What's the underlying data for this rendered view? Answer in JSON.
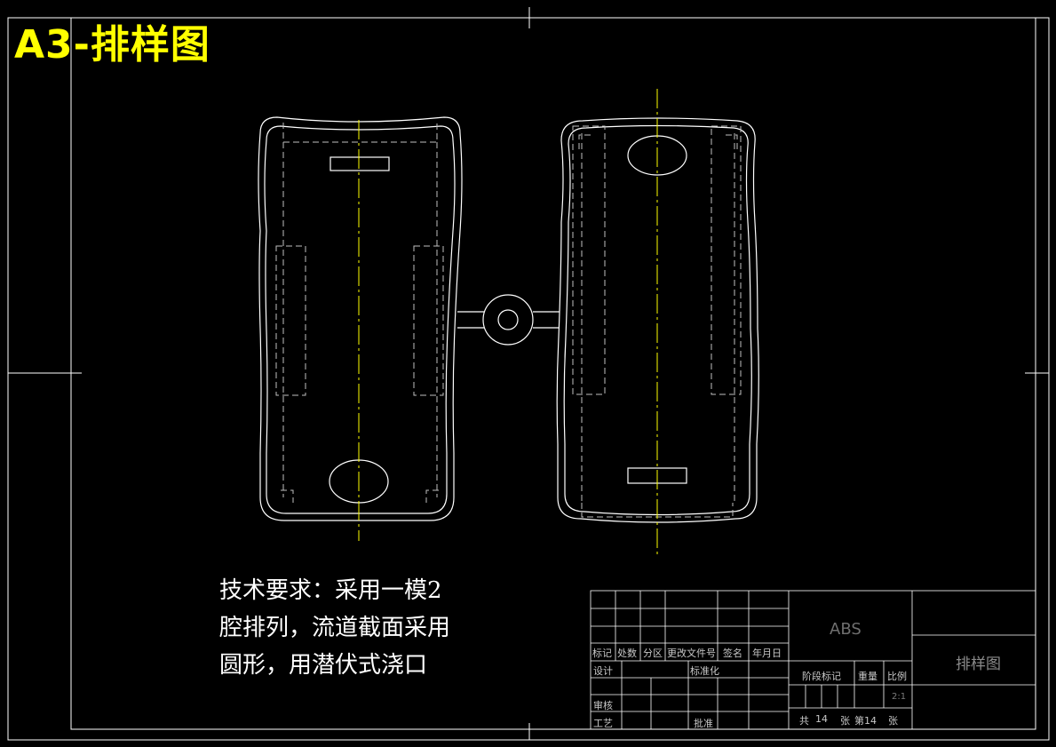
{
  "title": "A3-排样图",
  "tech_requirements": {
    "lines": [
      "技术要求：采用一模2",
      "腔排列，流道截面采用",
      "圆形，用潜伏式浇口"
    ]
  },
  "title_block": {
    "material": "ABS",
    "drawing_name": "排样图",
    "col_mark": "标记",
    "col_count": "处数",
    "col_zone": "分区",
    "col_change_doc": "更改文件号",
    "col_sign": "签名",
    "col_date": "年月日",
    "design": "设计",
    "standardize": "标准化",
    "review": "审核",
    "process": "工艺",
    "approve": "批准",
    "stage_mark": "阶段标记",
    "weight": "重量",
    "scale": "比例",
    "scale_value": "2:1",
    "total_label": "共",
    "total_value": "14",
    "sheet_unit": "张",
    "sheet_label": "第14",
    "sheet_unit2": "张"
  },
  "colors": {
    "background": "#000000",
    "outline": "#ffffff",
    "centerline": "#ffff00",
    "hidden": "#c0c0c0",
    "title": "#ffff00"
  }
}
